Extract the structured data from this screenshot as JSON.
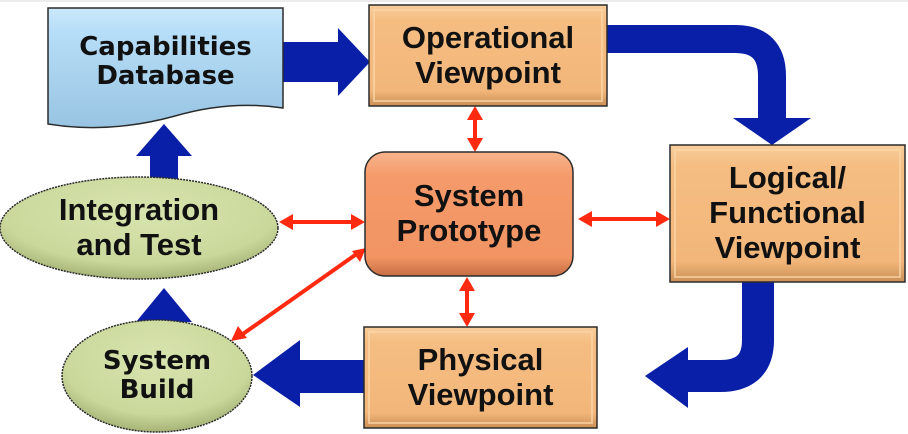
{
  "colors": {
    "flow_arrow": "#0a1fa8",
    "link_arrow": "#ff2a10",
    "viewpoint_fill": "#f5bd82",
    "prototype_fill": "#f59a6a",
    "database_fill": "#b7def8",
    "ellipse_fill": "#cad89c",
    "border": "#2b2b2b"
  },
  "nodes": {
    "capabilities_database": {
      "label": "Capabilities\nDatabase",
      "shape": "document"
    },
    "operational_viewpoint": {
      "label": "Operational\nViewpoint",
      "shape": "rectangle"
    },
    "logical_functional_viewpoint": {
      "label": "Logical/\nFunctional\nViewpoint",
      "shape": "rectangle"
    },
    "physical_viewpoint": {
      "label": "Physical\nViewpoint",
      "shape": "rectangle"
    },
    "system_prototype": {
      "label": "System\nPrototype",
      "shape": "rounded-rectangle"
    },
    "integration_and_test": {
      "label": "Integration\nand Test",
      "shape": "ellipse"
    },
    "system_build": {
      "label": "System\nBuild",
      "shape": "ellipse"
    }
  },
  "flow_edges": [
    {
      "from": "capabilities_database",
      "to": "operational_viewpoint"
    },
    {
      "from": "operational_viewpoint",
      "to": "logical_functional_viewpoint"
    },
    {
      "from": "logical_functional_viewpoint",
      "to": "physical_viewpoint"
    },
    {
      "from": "physical_viewpoint",
      "to": "system_build"
    },
    {
      "from": "system_build",
      "to": "integration_and_test"
    },
    {
      "from": "integration_and_test",
      "to": "capabilities_database"
    }
  ],
  "bidirectional_links": [
    {
      "a": "system_prototype",
      "b": "operational_viewpoint"
    },
    {
      "a": "system_prototype",
      "b": "logical_functional_viewpoint"
    },
    {
      "a": "system_prototype",
      "b": "physical_viewpoint"
    },
    {
      "a": "system_prototype",
      "b": "integration_and_test"
    },
    {
      "a": "system_prototype",
      "b": "system_build"
    }
  ]
}
